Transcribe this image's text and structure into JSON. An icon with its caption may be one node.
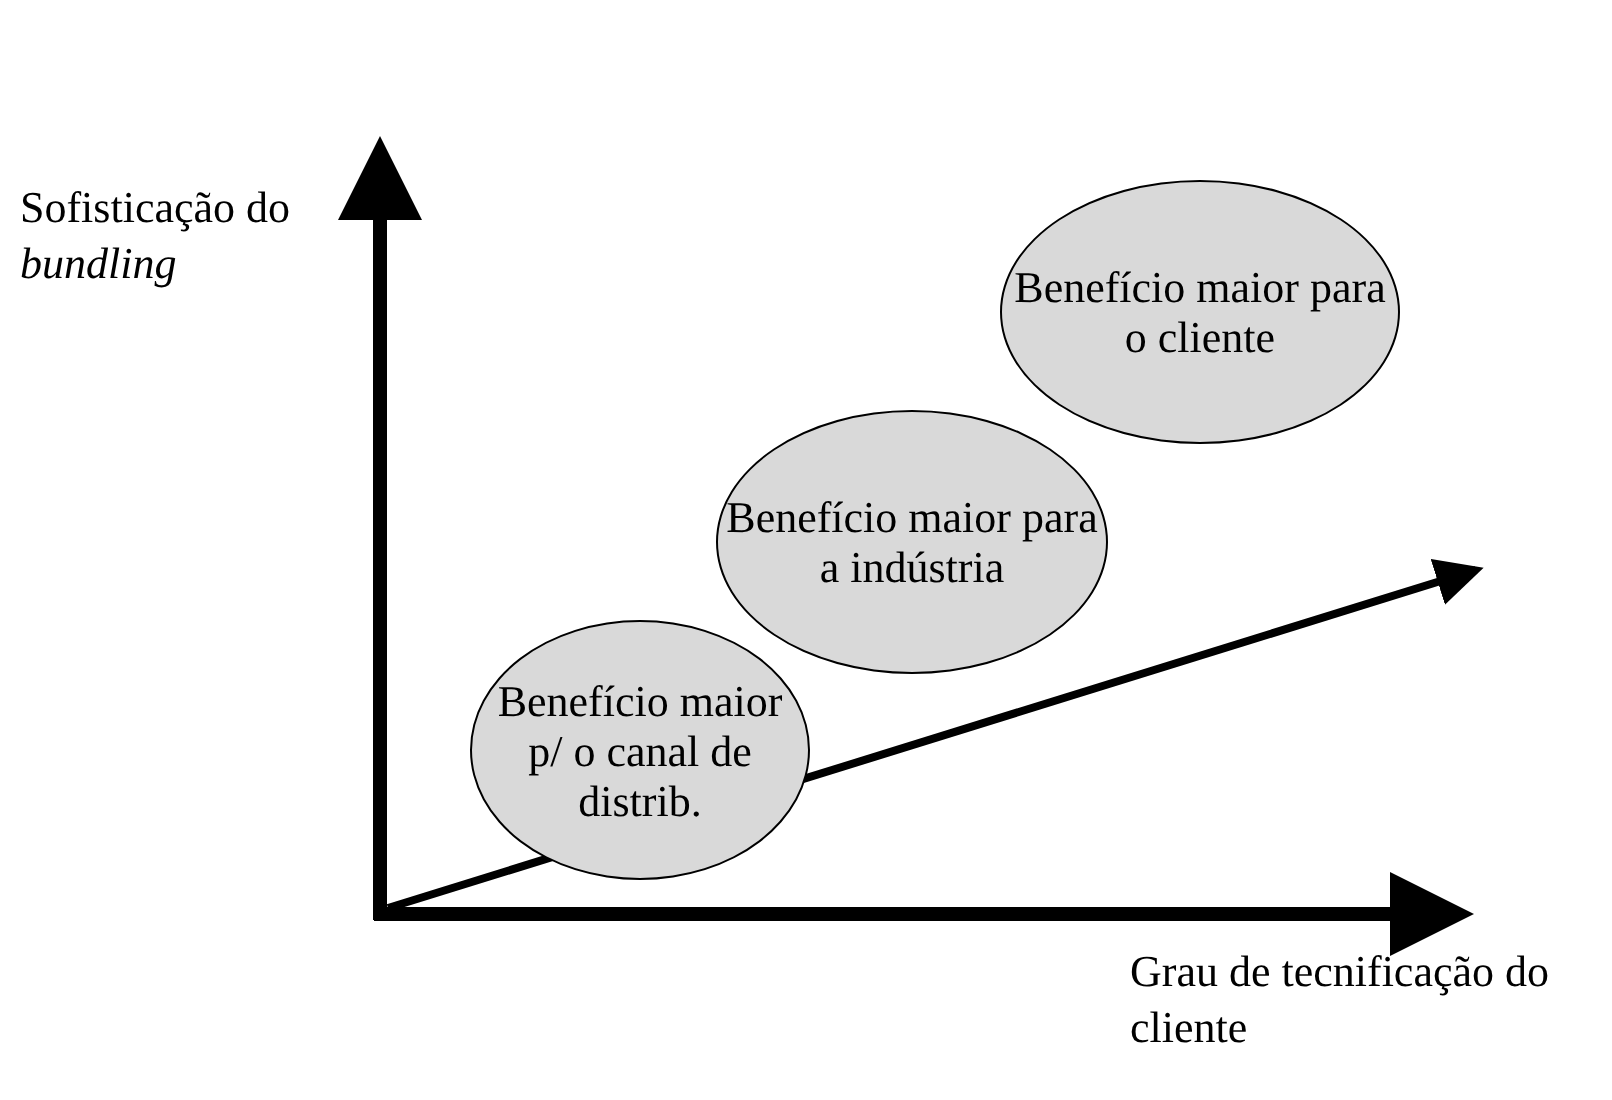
{
  "diagram": {
    "nodes": [
      {
        "text": [
          "Benefício maior p/ o canal de distrib."
        ]
      },
      {
        "text": [
          "Benefício maior para a indústria"
        ]
      },
      {
        "text": [
          "Benefício maior para o cliente"
        ]
      }
    ],
    "labels": [
      "Sofisticação do *bundling*",
      "Grau de tecnificação do cliente"
    ]
  }
}
